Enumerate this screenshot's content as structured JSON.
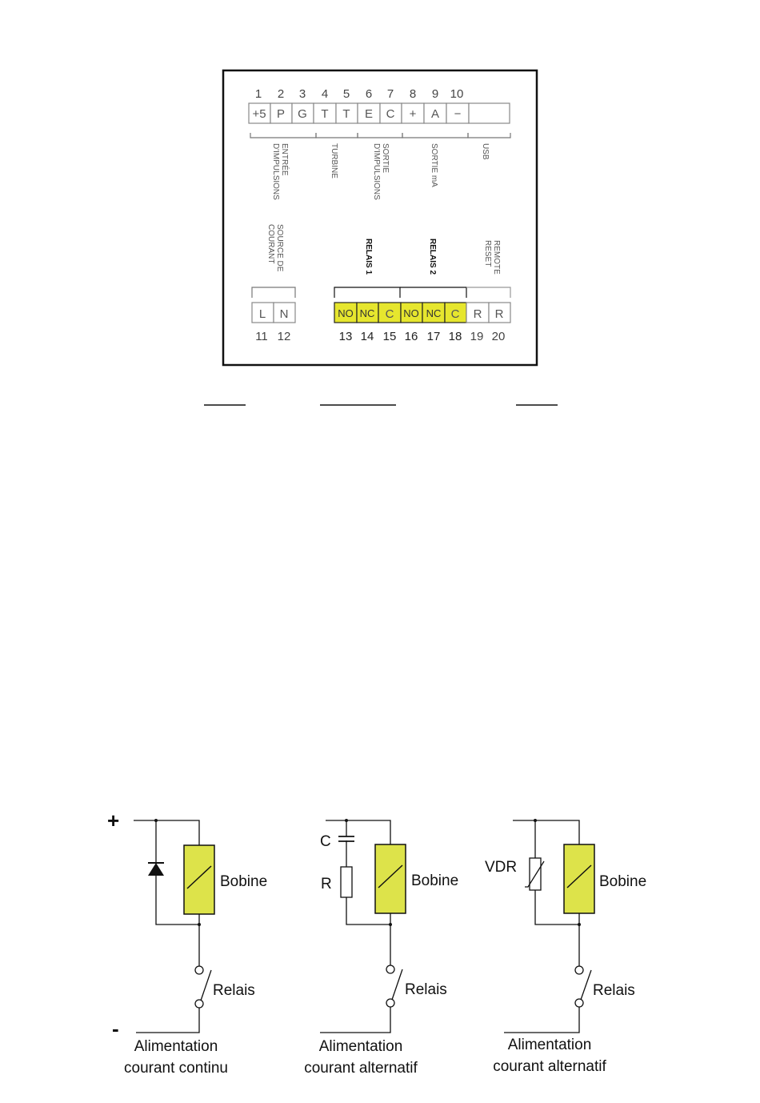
{
  "top_numbers": [
    "1",
    "2",
    "3",
    "4",
    "5",
    "6",
    "7",
    "8",
    "9",
    "10"
  ],
  "top_cells": [
    "+5",
    "P",
    "G",
    "T",
    "T",
    "E",
    "C",
    "+",
    "A",
    "−",
    ""
  ],
  "top_labels": {
    "entree": [
      "ENTRÉE",
      "D'IMPULSIONS"
    ],
    "turbine": [
      "TURBINE"
    ],
    "sortie_imp": [
      "SORTIE",
      "D'IMPULSIONS"
    ],
    "sortie_ma": [
      "SORTIE mA"
    ],
    "usb": [
      "USB"
    ]
  },
  "bottom_labels": {
    "source": [
      "SOURCE DE",
      "COURANT"
    ],
    "relais1": [
      "RELAIS 1"
    ],
    "relais2": [
      "RELAIS 2"
    ],
    "remote": [
      "REMOTE",
      "RESET"
    ]
  },
  "bottom_cells_power": [
    "L",
    "N"
  ],
  "bottom_cells_relay": [
    "NO",
    "NC",
    "C",
    "NO",
    "NC",
    "C"
  ],
  "bottom_cells_reset": [
    "R",
    "R"
  ],
  "bottom_numbers_power": [
    "11",
    "12"
  ],
  "bottom_numbers_relay": [
    "13",
    "14",
    "15",
    "16",
    "17",
    "18"
  ],
  "bottom_numbers_reset": [
    "19",
    "20"
  ],
  "circuits": {
    "plus": "+",
    "minus": "-",
    "coil": "Bobine",
    "relay": "Relais",
    "c_label": "C",
    "r_label": "R",
    "vdr_label": "VDR",
    "captions": [
      [
        "Alimentation",
        "courant continu"
      ],
      [
        "Alimentation",
        "courant alternatif"
      ],
      [
        "Alimentation",
        "courant alternatif"
      ]
    ]
  },
  "colors": {
    "relay_fill": "#e6e62e",
    "coil_fill": "#dde34a"
  }
}
